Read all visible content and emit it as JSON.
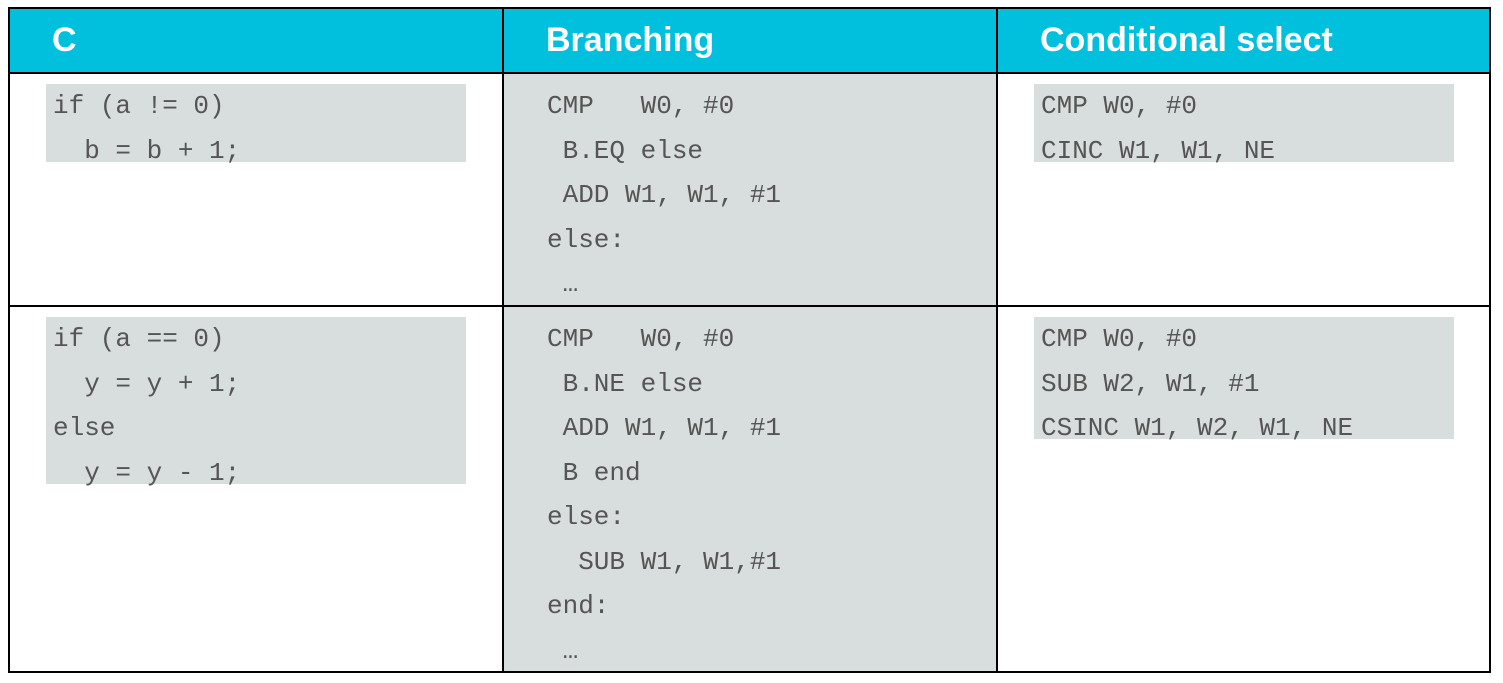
{
  "headers": {
    "c": "C",
    "branching": "Branching",
    "conditional_select": "Conditional select"
  },
  "rows": [
    {
      "c": [
        "if (a != 0)",
        "  b = b + 1;"
      ],
      "branching": [
        "CMP   W0, #0",
        " B.EQ else",
        " ADD W1, W1, #1",
        "else:",
        " …"
      ],
      "conditional_select": [
        "CMP W0, #0",
        "CINC W1, W1, NE"
      ]
    },
    {
      "c": [
        "if (a == 0)",
        "  y = y + 1;",
        "else",
        "  y = y - 1;"
      ],
      "branching": [
        "CMP   W0, #0",
        " B.NE else",
        " ADD W1, W1, #1",
        " B end",
        "else:",
        "  SUB W1, W1,#1",
        "end:",
        " …"
      ],
      "conditional_select": [
        "CMP W0, #0",
        "SUB W2, W1, #1",
        "CSINC W1, W2, W1, NE"
      ]
    }
  ],
  "colors": {
    "header_bg": "#00c0de",
    "header_text": "#ffffff",
    "code_bg": "#d8dddd",
    "code_text": "#555555",
    "border": "#000000"
  }
}
